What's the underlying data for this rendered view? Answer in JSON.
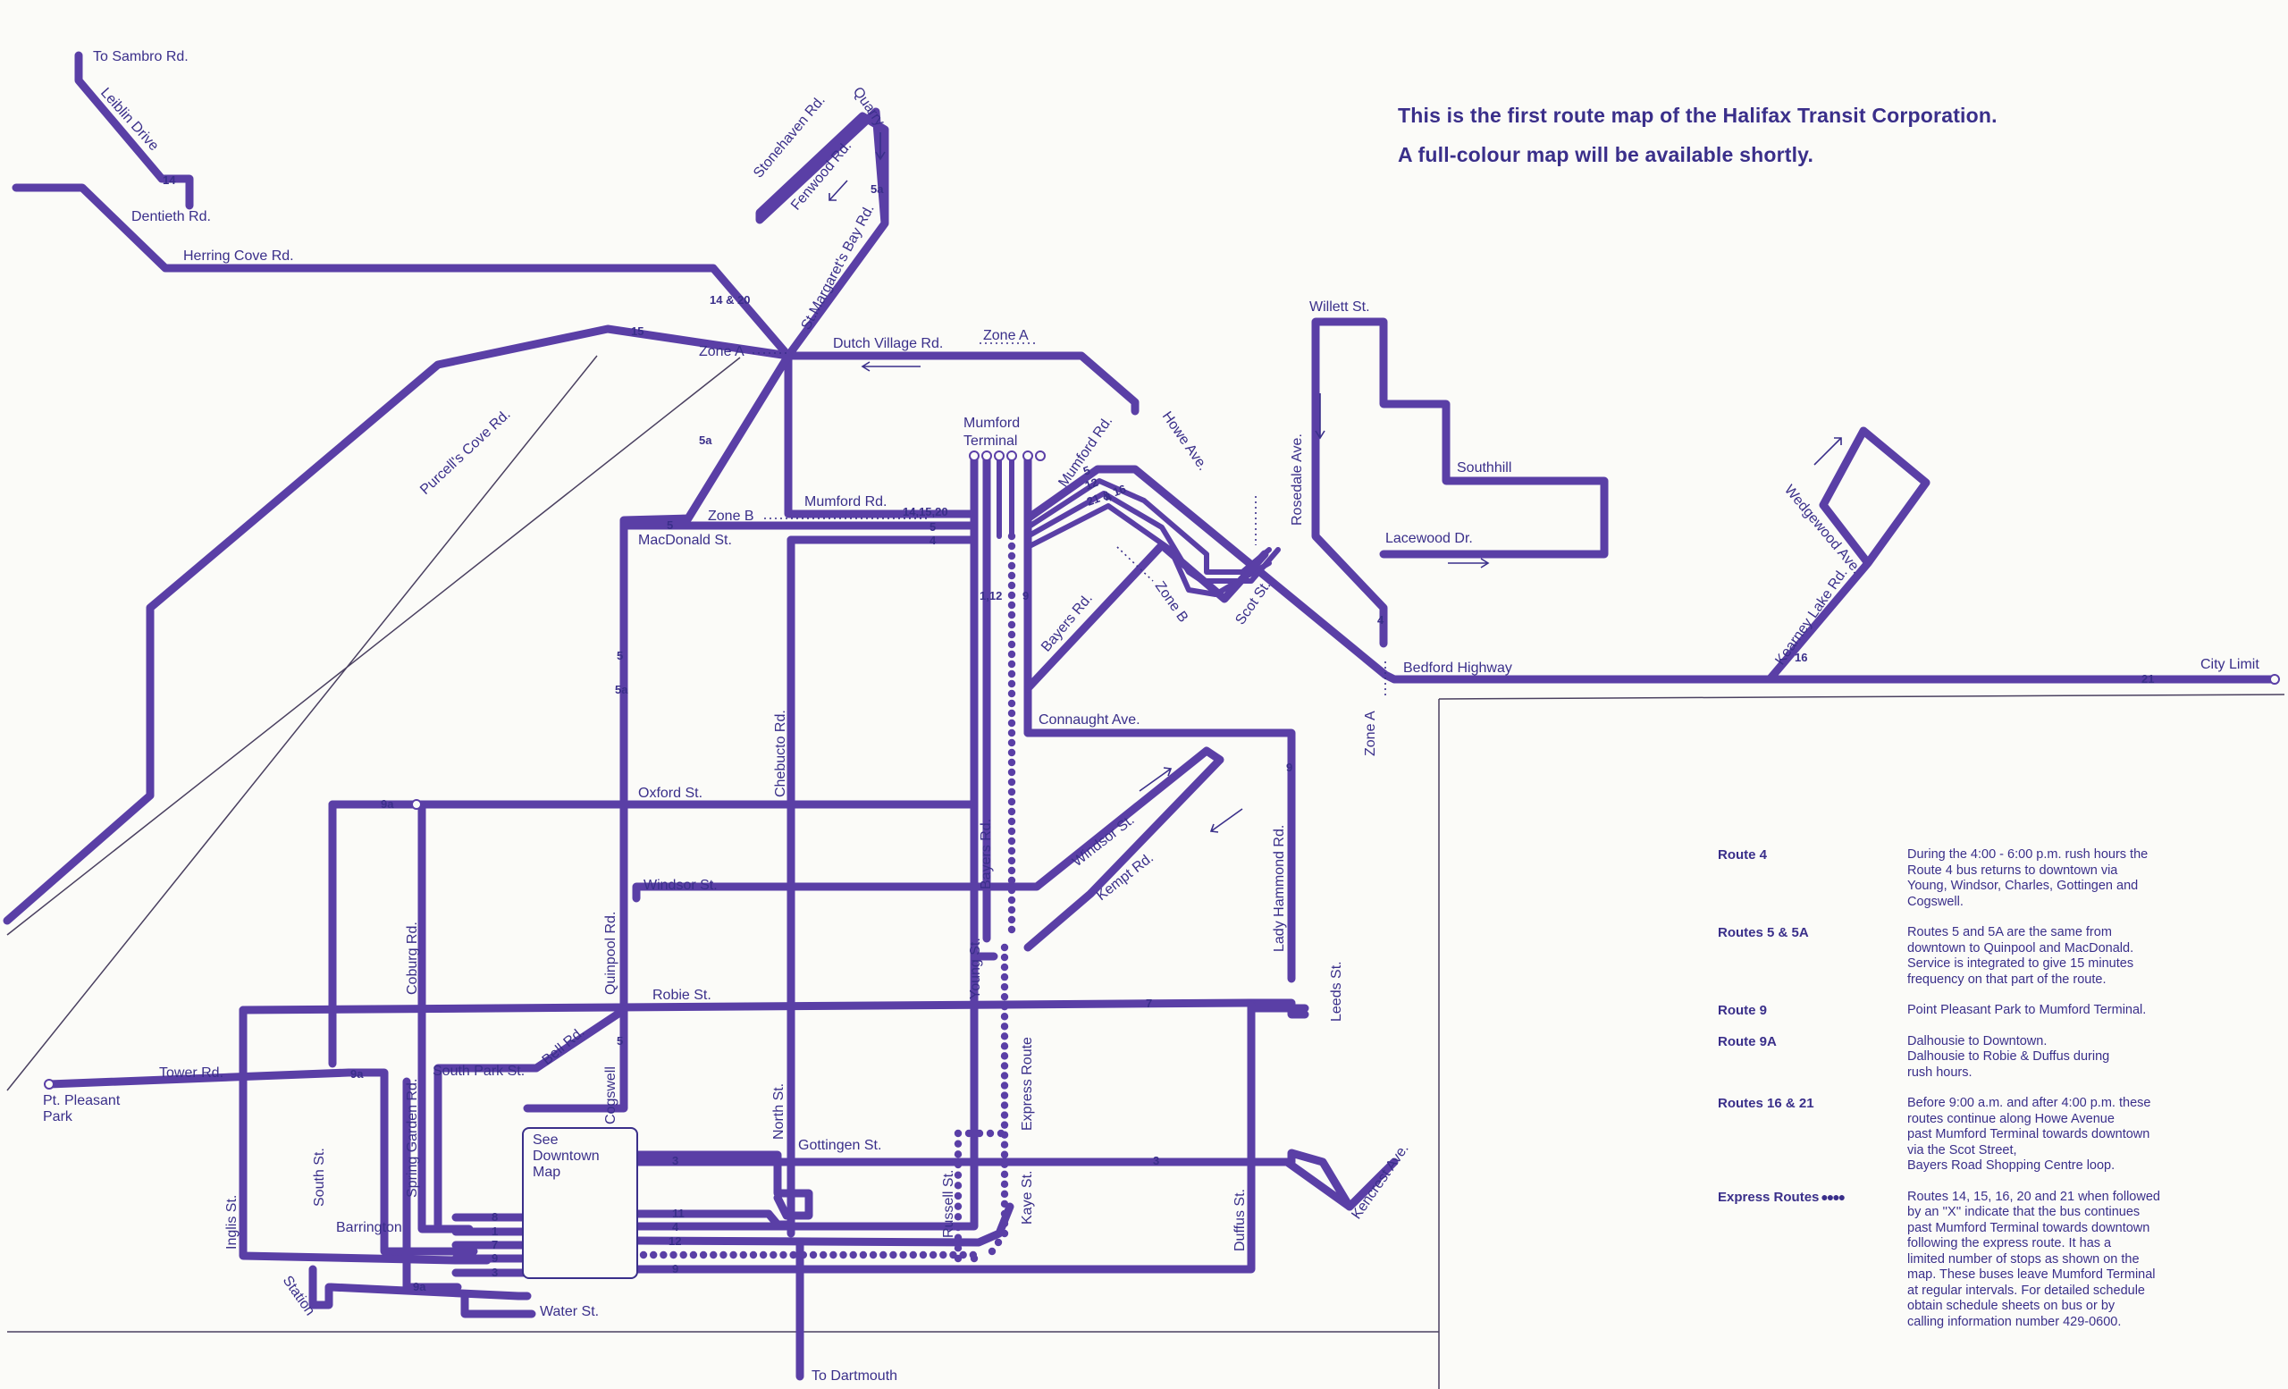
{
  "headline": {
    "line1": "This is the first route map of the Halifax Transit Corporation.",
    "line2": "A full-colour map will be available shortly."
  },
  "map": {
    "route_color": "#5a3fa6",
    "text_color": "#3a2f8a",
    "streets": {
      "to_sambro": "To Sambro Rd.",
      "leiblin": "Leiblin Drive",
      "dentieth": "Dentieth Rd.",
      "herring_cove": "Herring Cove Rd.",
      "purcells_cove": "Purcell's Cove Rd.",
      "stonehaven": "Stonehaven Rd.",
      "fenwood": "Fenwood Rd.",
      "quarry": "Quarry",
      "st_margarets": "St.Margaret's Bay Rd.",
      "dutch_village": "Dutch Village Rd.",
      "mumford_rd": "Mumford Rd.",
      "mumford_rd_diag": "Mumford Rd.",
      "mumford_terminal_1": "Mumford",
      "mumford_terminal_2": "Terminal",
      "macdonald": "MacDonald St.",
      "howe": "Howe Ave.",
      "willett": "Willett St.",
      "rosedale": "Rosedale Ave.",
      "southhill": "Southhill",
      "lacewood": "Lacewood Dr.",
      "bedford": "Bedford Highway",
      "wedgewood": "Wedgewood Ave.",
      "kearney": "Kearney Lake Rd.",
      "city_limit": "City Limit",
      "scot": "Scot St.",
      "bayers_rd": "Bayers Rd.",
      "connaught": "Connaught Ave.",
      "oxford": "Oxford St.",
      "windsor": "Windsor St.",
      "windsor_diag": "Windsor St.",
      "kempt": "Kempt Rd.",
      "chebucto": "Chebucto Rd.",
      "bayers_vert": "Bayers Rd.",
      "young": "Young St.",
      "lady_hammond": "Lady Hammond Rd.",
      "leeds": "Leeds St.",
      "robie": "Robie St.",
      "quinpool": "Quinpool Rd.",
      "coburg": "Coburg Rd.",
      "tower": "Tower Rd.",
      "pt_pleasant_1": "Pt. Pleasant",
      "pt_pleasant_2": "Park",
      "south_park": "South Park St.",
      "bell": "Bell Rd.",
      "spring_garden": "Spring Garden Rd.",
      "south_st": "South St.",
      "inglis": "Inglis St.",
      "barrington": "Barrington",
      "station": "Station",
      "cogswell": "Cogswell",
      "north_st": "North St.",
      "gottingen": "Gottingen St.",
      "russell": "Russell St.",
      "kaye": "Kaye St.",
      "express_route": "Express Route",
      "duffus": "Duffus St.",
      "kencrest": "Kencrest Ave.",
      "water": "Water St.",
      "to_dartmouth": "To Dartmouth",
      "downtown_1": "See",
      "downtown_2": "Downtown",
      "downtown_3": "Map"
    },
    "zones": {
      "zone_a_top": "Zone A",
      "zone_a_left": "Zone A",
      "zone_a_right": "Zone A",
      "zone_b_left": "Zone B",
      "zone_b_diag": "Zone B"
    },
    "route_numbers": {
      "r14": "14",
      "r14_20": "14 & 20",
      "r15": "15",
      "r5a_top": "5a",
      "r5a_diag": "5a",
      "r5_mac": "5",
      "r14_15_20": "14,15,20",
      "r5_term": "5",
      "r4_term": "4",
      "r5_mum": "5",
      "r12_mum": "12",
      "r21_16": "21 & 16",
      "r4_mum": "4",
      "r4_bed": "4",
      "r16_bed": "16",
      "r21_bed": "21",
      "r1_12": "1,12",
      "r9_term": "9",
      "r5_quin": "5",
      "r5a_quin": "5a",
      "r9a_oxford": "9a",
      "r9_connaught": "9",
      "r7_robie": "7",
      "r9a_tower": "9a",
      "r5_cogs": "5",
      "r3_gott": "3",
      "r3_mid": "3",
      "r11": "11",
      "r4_low": "4",
      "r12_low": "12",
      "r9_low": "9",
      "r8": "8",
      "r1": "1",
      "r7": "7",
      "r9b": "9",
      "r3": "3",
      "r9a_low": "9a"
    }
  },
  "legend": [
    {
      "route": "Route 4",
      "description": "During the 4:00 - 6:00 p.m. rush hours the\nRoute 4 bus returns to downtown via\nYoung, Windsor, Charles, Gottingen and\nCogswell."
    },
    {
      "route": "Routes 5 & 5A",
      "description": "Routes 5 and 5A are the same from\ndowntown to Quinpool and MacDonald.\nService is integrated to give 15 minutes\nfrequency on that part of the route."
    },
    {
      "route": "Route 9",
      "description": "Point Pleasant Park to Mumford Terminal."
    },
    {
      "route": "Route 9A",
      "description": "Dalhousie to Downtown.\nDalhousie to Robie & Duffus during\nrush hours."
    },
    {
      "route": "Routes 16 & 21",
      "description": "Before 9:00 a.m. and after 4:00 p.m. these\nroutes continue along Howe Avenue\npast Mumford Terminal towards downtown\nvia the Scot Street,\nBayers Road Shopping Centre loop."
    },
    {
      "route": "Express Routes",
      "route_dots": "●●●●",
      "description": "Routes 14, 15, 16, 20 and 21 when followed\nby an ''X'' indicate that the bus continues\npast Mumford Terminal towards downtown\nfollowing the express route. It has a\nlimited number of stops as shown on the\nmap. These buses leave Mumford Terminal\nat regular intervals. For detailed schedule\nobtain schedule sheets on bus or by\ncalling information number 429-0600."
    }
  ]
}
